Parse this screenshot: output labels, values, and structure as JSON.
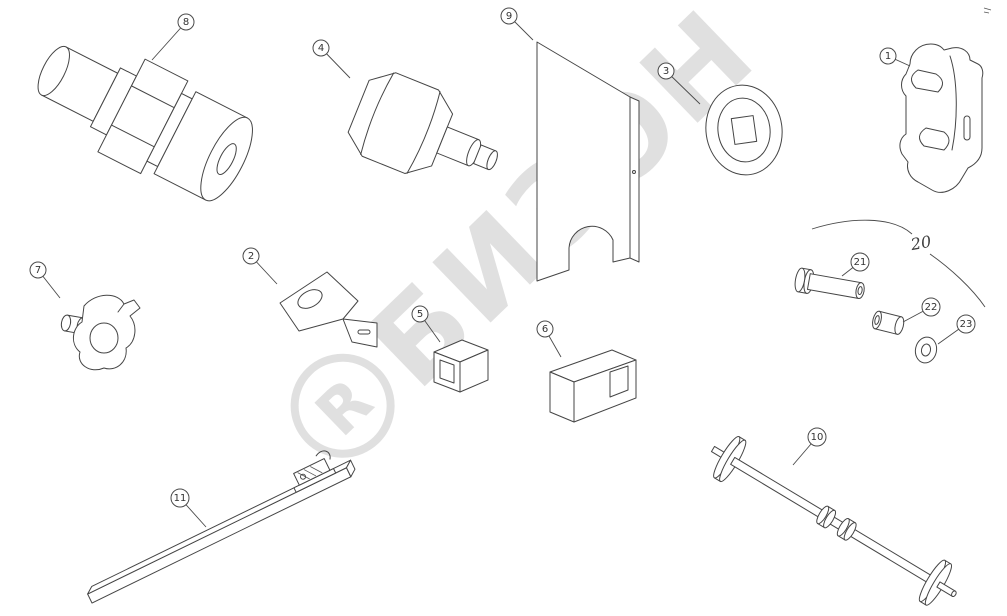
{
  "colors": {
    "background": "#ffffff",
    "line": "#454545",
    "watermark": "#c8c8c8"
  },
  "watermark": {
    "logo_letter": "R",
    "text": "БИЗОН"
  },
  "group_label": {
    "text": "20"
  },
  "callouts": {
    "c1": {
      "label": "1"
    },
    "c2": {
      "label": "2"
    },
    "c3": {
      "label": "3"
    },
    "c4": {
      "label": "4"
    },
    "c5": {
      "label": "5"
    },
    "c6": {
      "label": "6"
    },
    "c7": {
      "label": "7"
    },
    "c8": {
      "label": "8"
    },
    "c9": {
      "label": "9"
    },
    "c10": {
      "label": "10"
    },
    "c11": {
      "label": "11"
    },
    "c21": {
      "label": "21"
    },
    "c22": {
      "label": "22"
    },
    "c23": {
      "label": "23"
    }
  }
}
